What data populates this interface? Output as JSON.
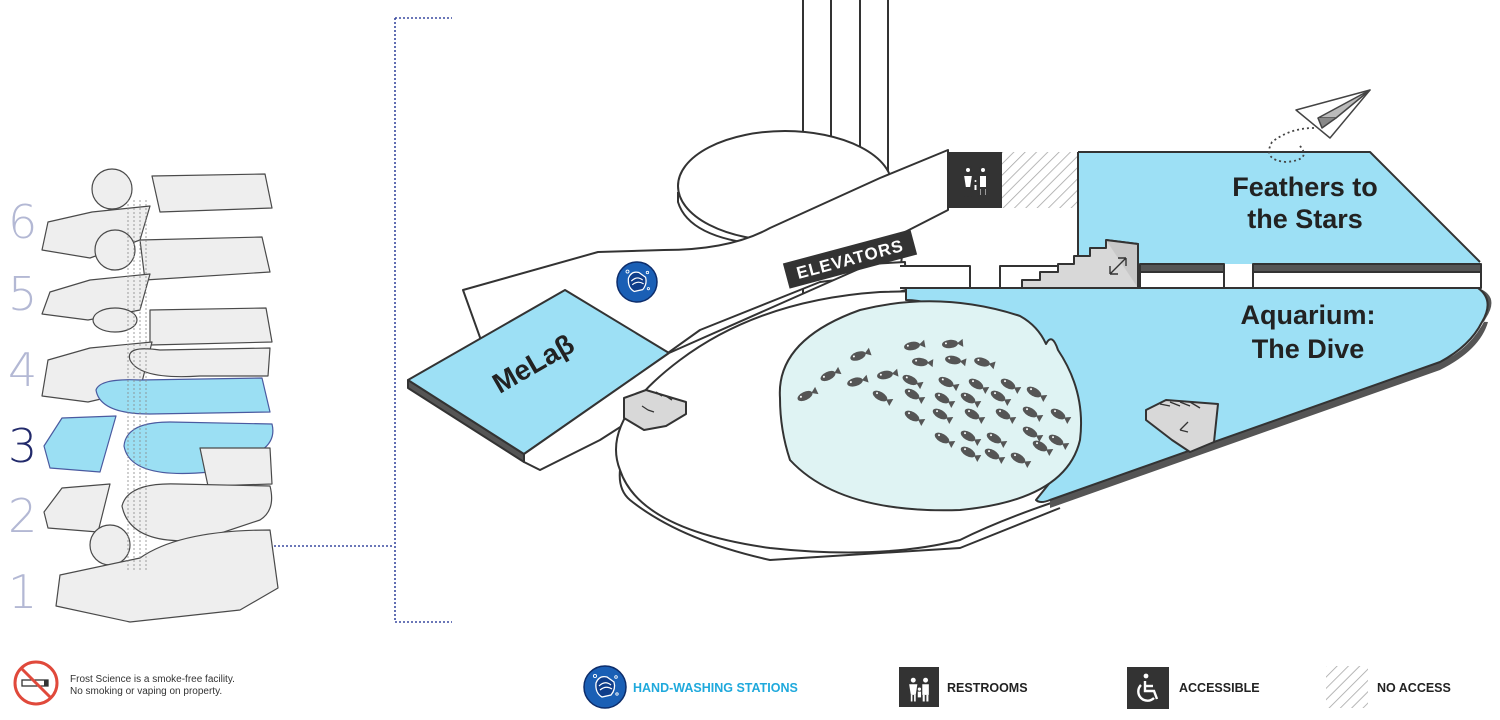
{
  "floors": {
    "labels": [
      "6",
      "5",
      "4",
      "3",
      "2",
      "1"
    ],
    "current": "3",
    "colors": {
      "inactive_number": "#b3b8d4",
      "active_number": "#222a6b",
      "highlight": "#9bdff3",
      "shape_fill": "#eeeeee",
      "outline": "#4a4a4a"
    }
  },
  "map": {
    "exhibits": {
      "melab": "MeLaβ",
      "feathers_line1": "Feathers to",
      "feathers_line2": "the Stars",
      "aquarium_line1": "Aquarium:",
      "aquarium_line2": "The Dive"
    },
    "elevators": "ELEVATORS",
    "exhibit_color": "#9de0f5",
    "water_color": "#dff3f3"
  },
  "footer": {
    "smoke_free_line1": "Frost Science is a smoke-free facility.",
    "smoke_free_line2": "No smoking or vaping on property.",
    "legend": {
      "hand_washing": "HAND-WASHING STATIONS",
      "restrooms": "RESTROOMS",
      "accessible": "ACCESSIBLE",
      "no_access": "NO ACCESS"
    },
    "colors": {
      "hand_washing_text": "#1fa9dc",
      "no_smoking_red": "#e0493b",
      "badge_dark": "#333333",
      "badge_blue": "#1a5fb5"
    }
  }
}
